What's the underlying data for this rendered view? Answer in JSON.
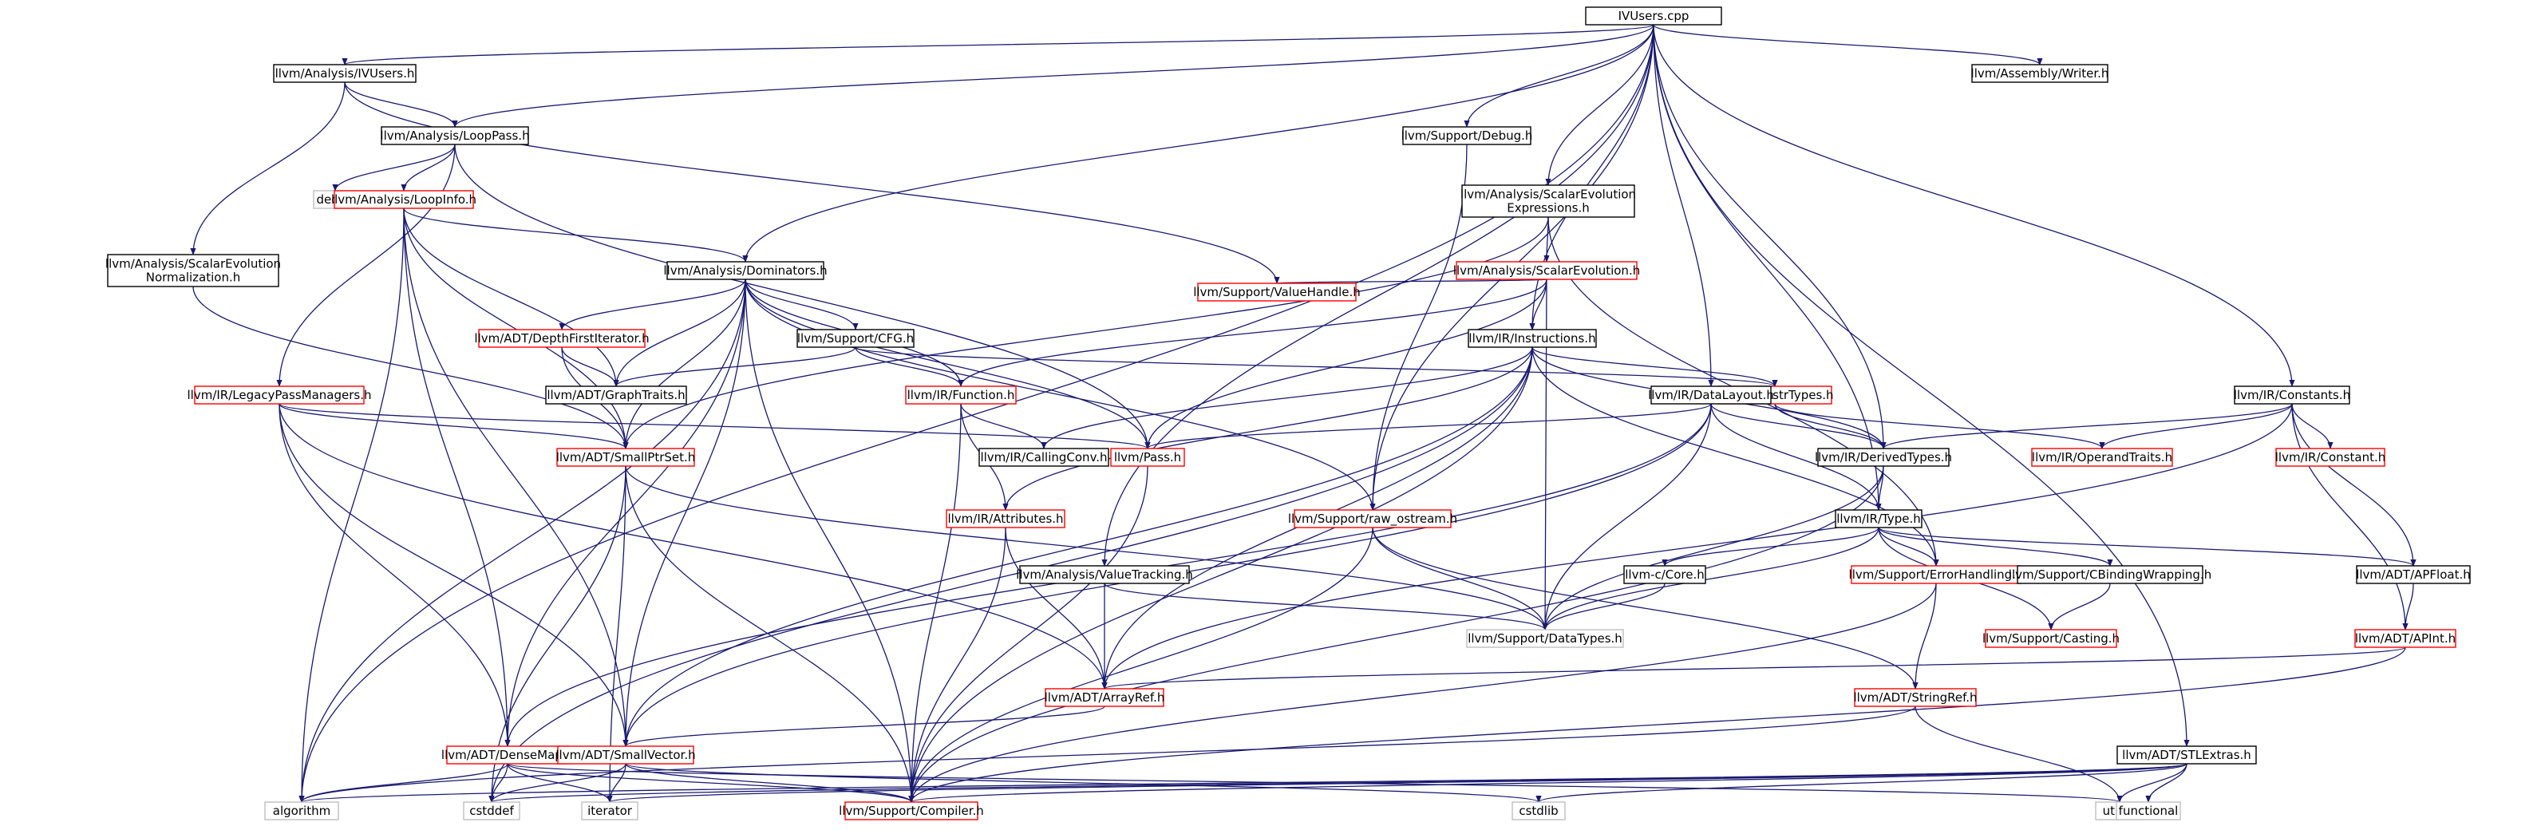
{
  "colors": {
    "root_fill": "#bfbfbf",
    "node_border_documented": "#000000",
    "node_border_truncated": "#ff0000",
    "node_border_external": "#bfbfbf",
    "edge": "#191970",
    "text": "#000000"
  },
  "nodes": [
    {
      "id": "n0",
      "label": "IVUsers.cpp",
      "kind": "root"
    },
    {
      "id": "n1",
      "label": "llvm/Analysis/IVUsers.h",
      "kind": "documented"
    },
    {
      "id": "n2",
      "label": "llvm/Analysis/LoopPass.h",
      "kind": "documented"
    },
    {
      "id": "n3",
      "label": "deque",
      "kind": "external"
    },
    {
      "id": "n4",
      "label": "llvm/Analysis/LoopInfo.h",
      "kind": "truncated"
    },
    {
      "id": "n5",
      "label": "llvm/Analysis/ScalarEvolution\nNormalization.h",
      "kind": "documented"
    },
    {
      "id": "n6",
      "label": "llvm/Analysis/Dominators.h",
      "kind": "documented"
    },
    {
      "id": "n7",
      "label": "llvm/ADT/DepthFirstIterator.h",
      "kind": "truncated"
    },
    {
      "id": "n8",
      "label": "llvm/Support/CFG.h",
      "kind": "documented"
    },
    {
      "id": "n9",
      "label": "llvm/ADT/GraphTraits.h",
      "kind": "documented"
    },
    {
      "id": "n10",
      "label": "llvm/IR/LegacyPassManagers.h",
      "kind": "truncated"
    },
    {
      "id": "n11",
      "label": "llvm/ADT/SmallPtrSet.h",
      "kind": "truncated"
    },
    {
      "id": "n12",
      "label": "llvm/IR/Function.h",
      "kind": "truncated"
    },
    {
      "id": "n13",
      "label": "llvm/IR/CallingConv.h",
      "kind": "documented"
    },
    {
      "id": "n14",
      "label": "llvm/Pass.h",
      "kind": "truncated"
    },
    {
      "id": "n15",
      "label": "llvm/IR/Attributes.h",
      "kind": "truncated"
    },
    {
      "id": "n16",
      "label": "llvm/Support/Debug.h",
      "kind": "documented"
    },
    {
      "id": "n17",
      "label": "llvm/Analysis/ScalarEvolution\nExpressions.h",
      "kind": "documented"
    },
    {
      "id": "n18",
      "label": "llvm/Analysis/ScalarEvolution.h",
      "kind": "truncated"
    },
    {
      "id": "n19",
      "label": "llvm/Support/ValueHandle.h",
      "kind": "truncated"
    },
    {
      "id": "n20",
      "label": "llvm/IR/Instructions.h",
      "kind": "documented"
    },
    {
      "id": "n21",
      "label": "llvm/IR/InstrTypes.h",
      "kind": "truncated"
    },
    {
      "id": "n22",
      "label": "llvm/IR/DataLayout.h",
      "kind": "documented"
    },
    {
      "id": "n23",
      "label": "llvm/IR/DerivedTypes.h",
      "kind": "documented"
    },
    {
      "id": "n24",
      "label": "llvm/Support/raw_ostream.h",
      "kind": "truncated"
    },
    {
      "id": "n25",
      "label": "llvm/Analysis/ValueTracking.h",
      "kind": "documented"
    },
    {
      "id": "n26",
      "label": "llvm/IR/Type.h",
      "kind": "documented"
    },
    {
      "id": "n27",
      "label": "llvm-c/Core.h",
      "kind": "documented"
    },
    {
      "id": "n28",
      "label": "llvm/Support/DataTypes.h",
      "kind": "external"
    },
    {
      "id": "n29",
      "label": "llvm/Support/ErrorHandling.h",
      "kind": "truncated"
    },
    {
      "id": "n30",
      "label": "llvm/Support/CBindingWrapping.h",
      "kind": "documented"
    },
    {
      "id": "n31",
      "label": "llvm/Support/Casting.h",
      "kind": "truncated"
    },
    {
      "id": "n32",
      "label": "llvm/Assembly/Writer.h",
      "kind": "documented"
    },
    {
      "id": "n33",
      "label": "llvm/IR/Constants.h",
      "kind": "documented"
    },
    {
      "id": "n34",
      "label": "llvm/IR/OperandTraits.h",
      "kind": "truncated"
    },
    {
      "id": "n35",
      "label": "llvm/IR/Constant.h",
      "kind": "truncated"
    },
    {
      "id": "n36",
      "label": "llvm/ADT/APFloat.h",
      "kind": "documented"
    },
    {
      "id": "n37",
      "label": "llvm/ADT/APInt.h",
      "kind": "truncated"
    },
    {
      "id": "n38",
      "label": "llvm/ADT/ArrayRef.h",
      "kind": "truncated"
    },
    {
      "id": "n39",
      "label": "llvm/ADT/StringRef.h",
      "kind": "truncated"
    },
    {
      "id": "n40",
      "label": "llvm/ADT/DenseMap.h",
      "kind": "truncated"
    },
    {
      "id": "n41",
      "label": "llvm/ADT/SmallVector.h",
      "kind": "truncated"
    },
    {
      "id": "n42",
      "label": "llvm/ADT/STLExtras.h",
      "kind": "documented"
    },
    {
      "id": "n43",
      "label": "algorithm",
      "kind": "external"
    },
    {
      "id": "n44",
      "label": "cstddef",
      "kind": "external"
    },
    {
      "id": "n45",
      "label": "iterator",
      "kind": "external"
    },
    {
      "id": "n46",
      "label": "llvm/Support/Compiler.h",
      "kind": "truncated"
    },
    {
      "id": "n47",
      "label": "cstdlib",
      "kind": "external"
    },
    {
      "id": "n48",
      "label": "utility",
      "kind": "external"
    },
    {
      "id": "n49",
      "label": "functional",
      "kind": "external"
    }
  ],
  "edges": [
    [
      "n0",
      "n1"
    ],
    [
      "n0",
      "n2"
    ],
    [
      "n0",
      "n6"
    ],
    [
      "n0",
      "n16"
    ],
    [
      "n0",
      "n17"
    ],
    [
      "n0",
      "n20"
    ],
    [
      "n0",
      "n22"
    ],
    [
      "n0",
      "n23"
    ],
    [
      "n0",
      "n24"
    ],
    [
      "n0",
      "n25"
    ],
    [
      "n0",
      "n26"
    ],
    [
      "n0",
      "n32"
    ],
    [
      "n0",
      "n33"
    ],
    [
      "n0",
      "n42"
    ],
    [
      "n0",
      "n43"
    ],
    [
      "n1",
      "n2"
    ],
    [
      "n1",
      "n5"
    ],
    [
      "n1",
      "n19"
    ],
    [
      "n2",
      "n3"
    ],
    [
      "n2",
      "n4"
    ],
    [
      "n2",
      "n10"
    ],
    [
      "n2",
      "n14"
    ],
    [
      "n4",
      "n6"
    ],
    [
      "n4",
      "n9"
    ],
    [
      "n4",
      "n11"
    ],
    [
      "n4",
      "n40"
    ],
    [
      "n4",
      "n41"
    ],
    [
      "n4",
      "n43"
    ],
    [
      "n5",
      "n11"
    ],
    [
      "n6",
      "n7"
    ],
    [
      "n6",
      "n8"
    ],
    [
      "n6",
      "n9"
    ],
    [
      "n6",
      "n11"
    ],
    [
      "n6",
      "n12"
    ],
    [
      "n6",
      "n14"
    ],
    [
      "n6",
      "n24"
    ],
    [
      "n6",
      "n40"
    ],
    [
      "n6",
      "n41"
    ],
    [
      "n6",
      "n43"
    ],
    [
      "n6",
      "n46"
    ],
    [
      "n7",
      "n9"
    ],
    [
      "n7",
      "n11"
    ],
    [
      "n8",
      "n9"
    ],
    [
      "n8",
      "n12"
    ],
    [
      "n8",
      "n21"
    ],
    [
      "n10",
      "n11"
    ],
    [
      "n10",
      "n14"
    ],
    [
      "n10",
      "n38"
    ],
    [
      "n10",
      "n40"
    ],
    [
      "n10",
      "n41"
    ],
    [
      "n11",
      "n28"
    ],
    [
      "n11",
      "n44"
    ],
    [
      "n11",
      "n45"
    ],
    [
      "n11",
      "n46"
    ],
    [
      "n12",
      "n13"
    ],
    [
      "n12",
      "n15"
    ],
    [
      "n12",
      "n46"
    ],
    [
      "n14",
      "n46"
    ],
    [
      "n15",
      "n38"
    ],
    [
      "n15",
      "n46"
    ],
    [
      "n16",
      "n24"
    ],
    [
      "n17",
      "n11"
    ],
    [
      "n17",
      "n18"
    ],
    [
      "n17",
      "n29"
    ],
    [
      "n18",
      "n12"
    ],
    [
      "n18",
      "n14"
    ],
    [
      "n18",
      "n19"
    ],
    [
      "n18",
      "n20"
    ],
    [
      "n18",
      "n28"
    ],
    [
      "n20",
      "n13"
    ],
    [
      "n20",
      "n15"
    ],
    [
      "n20",
      "n21"
    ],
    [
      "n20",
      "n23"
    ],
    [
      "n20",
      "n29"
    ],
    [
      "n20",
      "n38"
    ],
    [
      "n20",
      "n41"
    ],
    [
      "n20",
      "n44"
    ],
    [
      "n20",
      "n46"
    ],
    [
      "n21",
      "n23"
    ],
    [
      "n21",
      "n34"
    ],
    [
      "n22",
      "n14"
    ],
    [
      "n22",
      "n23"
    ],
    [
      "n22",
      "n26"
    ],
    [
      "n22",
      "n28"
    ],
    [
      "n22",
      "n40"
    ],
    [
      "n22",
      "n41"
    ],
    [
      "n23",
      "n26"
    ],
    [
      "n23",
      "n28"
    ],
    [
      "n23",
      "n46"
    ],
    [
      "n24",
      "n28"
    ],
    [
      "n24",
      "n39"
    ],
    [
      "n24",
      "n46"
    ],
    [
      "n25",
      "n28"
    ],
    [
      "n25",
      "n38"
    ],
    [
      "n26",
      "n27"
    ],
    [
      "n26",
      "n28"
    ],
    [
      "n26",
      "n29"
    ],
    [
      "n26",
      "n30"
    ],
    [
      "n26",
      "n31"
    ],
    [
      "n26",
      "n36"
    ],
    [
      "n27",
      "n28"
    ],
    [
      "n29",
      "n39"
    ],
    [
      "n29",
      "n46"
    ],
    [
      "n30",
      "n31"
    ],
    [
      "n33",
      "n23"
    ],
    [
      "n33",
      "n34"
    ],
    [
      "n33",
      "n35"
    ],
    [
      "n33",
      "n36"
    ],
    [
      "n33",
      "n37"
    ],
    [
      "n33",
      "n38"
    ],
    [
      "n36",
      "n37"
    ],
    [
      "n37",
      "n38"
    ],
    [
      "n37",
      "n46"
    ],
    [
      "n38",
      "n41"
    ],
    [
      "n39",
      "n43"
    ],
    [
      "n39",
      "n48"
    ],
    [
      "n40",
      "n43"
    ],
    [
      "n40",
      "n44"
    ],
    [
      "n40",
      "n45"
    ],
    [
      "n40",
      "n46"
    ],
    [
      "n40",
      "n48"
    ],
    [
      "n41",
      "n44"
    ],
    [
      "n41",
      "n45"
    ],
    [
      "n41",
      "n46"
    ],
    [
      "n41",
      "n47"
    ],
    [
      "n42",
      "n43"
    ],
    [
      "n42",
      "n44"
    ],
    [
      "n42",
      "n45"
    ],
    [
      "n42",
      "n46"
    ],
    [
      "n42",
      "n47"
    ],
    [
      "n42",
      "n48"
    ],
    [
      "n42",
      "n49"
    ]
  ]
}
